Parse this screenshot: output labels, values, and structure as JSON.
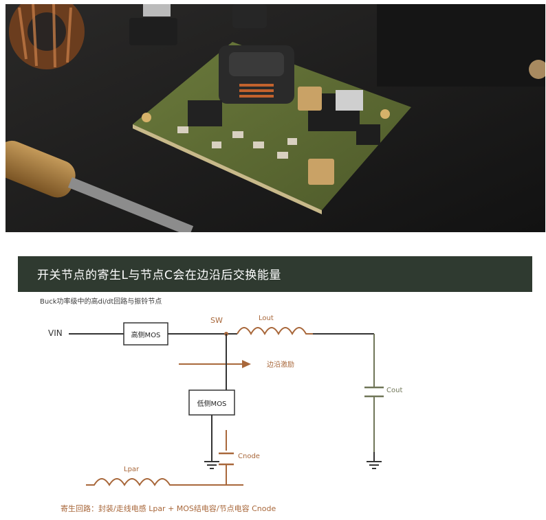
{
  "banner": {
    "title": "开关节点的寄生L与节点C会在边沿后交换能量"
  },
  "diagram": {
    "subtitle": "Buck功率级中的高di/dt回路与振铃节点",
    "labels": {
      "vin": "VIN",
      "high_side": "高侧MOS",
      "sw": "SW",
      "lout": "Lout",
      "edge_excitation": "边沿激励",
      "low_side": "低侧MOS",
      "cout": "Cout",
      "cnode": "Cnode",
      "lpar": "Lpar",
      "parasitic_loop": "寄生回路：封装/走线电感 Lpar + MOS结电容/节点电容 Cnode"
    },
    "colors": {
      "banner_bg": "#2f3a30",
      "wire": "#333333",
      "copper": "#a8673a",
      "olive": "#6f7557"
    }
  }
}
